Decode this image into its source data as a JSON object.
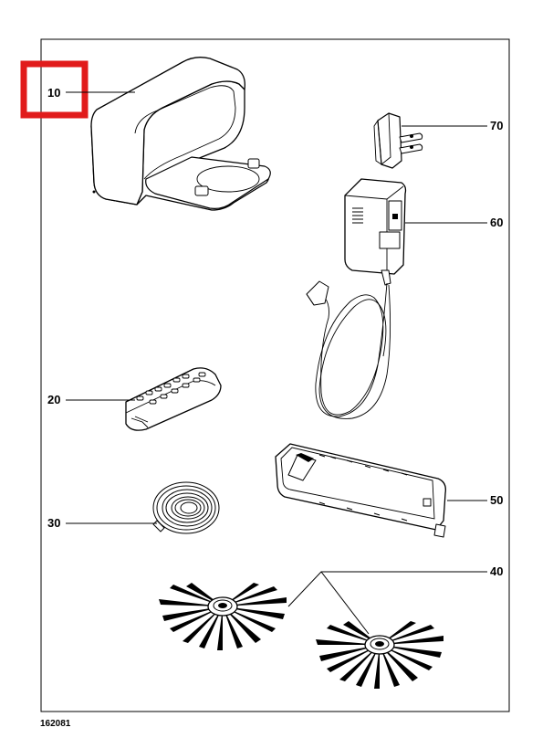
{
  "diagram": {
    "highlight_color": "#e11b1b",
    "line_color": "#000000",
    "document_number": "162081",
    "parts": [
      {
        "number": "10",
        "name": "charging-base"
      },
      {
        "number": "20",
        "name": "remote-control"
      },
      {
        "number": "30",
        "name": "cable-coil"
      },
      {
        "number": "40",
        "name": "side-brushes"
      },
      {
        "number": "50",
        "name": "filter-cover"
      },
      {
        "number": "60",
        "name": "power-adapter"
      },
      {
        "number": "70",
        "name": "plug-adapter"
      }
    ]
  }
}
